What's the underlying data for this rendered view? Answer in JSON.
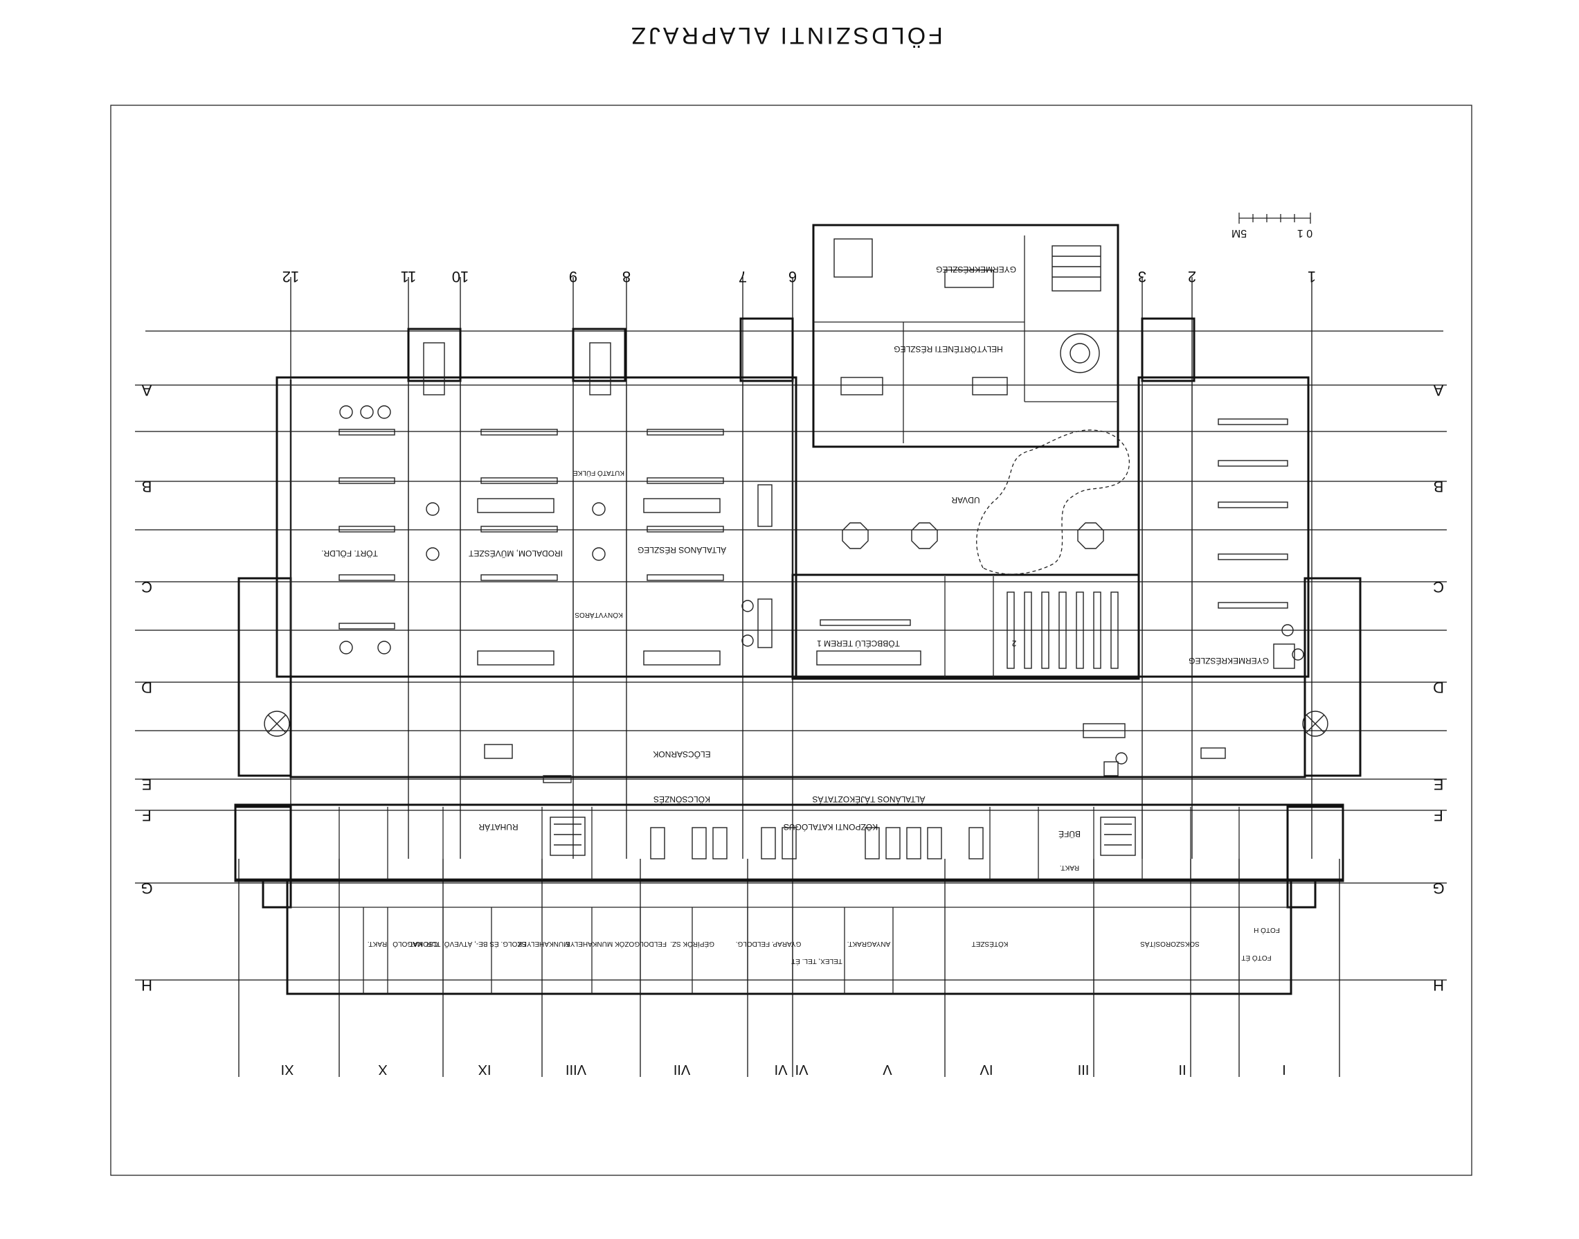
{
  "title": "FÖLDSZINTI  ALAPRAJZ",
  "scale_bar": {
    "label_left": "5M",
    "label_right": "0 1"
  },
  "axes": {
    "column_numbers": [
      "12",
      "11",
      "10",
      "9",
      "8",
      "7",
      "6",
      "3",
      "2",
      "1"
    ],
    "row_letters": [
      "A",
      "B",
      "C",
      "D",
      "E",
      "F",
      "G",
      "H"
    ],
    "roman_columns": [
      "XI",
      "X",
      "IX",
      "VIII",
      "VII",
      "VI",
      "VI",
      "V",
      "IV",
      "III",
      "II",
      "I"
    ]
  },
  "rooms": {
    "gyermekreszleg_top": "GYERMEKRÉSZLEG",
    "helytorteneti": "HELYTÖRTÉNETI RÉSZLEG",
    "udvar": "UDVAR",
    "tort_foldr": "TÖRT. FÖLDR.",
    "irodalom": "IRODALOM, MŰVÉSZET",
    "altalanos_reszleg": "ÁLTALÁNOS RÉSZLEG",
    "kutato_fulke": "KUTATÓ FÜLKE",
    "konyvtaros": "KÖNYVTÁROS",
    "tobbcelu_terem": "TÖBBCÉLÚ TEREM 1",
    "terem_2": "2",
    "gyermekreszleg_right": "GYERMEKRÉSZLEG",
    "eloesarnok": "ELŐCSARNOK",
    "kolcsonzes": "KÖLCSÖNZÉS",
    "altalanos_tajekoztatas": "ÁLTALÁNOS TÁJÉKOZTATÁS",
    "kozponti_katalogus": "KÖZPONTI KATALÓGUS",
    "ruhatar": "RUHATÁR",
    "bufe": "BÜFÉ",
    "rakt_f": "RAKT.",
    "rakt_h1": "RAKT.",
    "csomagolo": "CSOMAGOLÓ",
    "szolg_kat": "SZOLG. ÉS BE-, ÁTVEVŐ, TUR. KAT.",
    "munkahelyek": "MUNKAHELYEK",
    "feldolgozok": "FELDOLGOZÓK MUNKAHELYE",
    "gepirok": "GÉPÍRÓK SZ.",
    "gyarap": "GYARAP. FELDOLG.",
    "telefon": "TELEX, TEL. ÉT",
    "anyagraktar": "ANYAGRAKT.",
    "kotészet": "KÖTÉSZET",
    "sokszorositas": "SOKSZOROSÍTÁS",
    "foto": "FOTÓ ÉT",
    "foto_h": "FOTÓ H"
  }
}
